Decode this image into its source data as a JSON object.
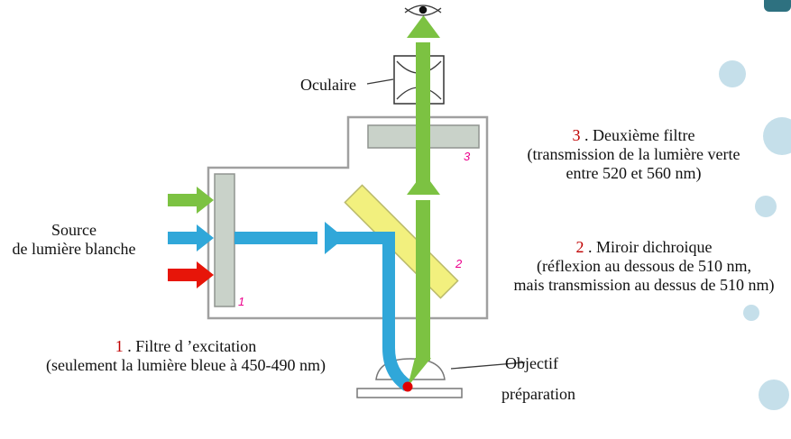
{
  "colors": {
    "beam-green": "#7CC242",
    "beam-blue": "#30A7D9",
    "beam-red": "#E71509",
    "mirror-yellow": "#F2F07E",
    "mirror-edge": "#B9B96A",
    "filter-gray": "#C9D2C9",
    "filter-edge": "#8F948F",
    "body-outline": "#A0A0A0",
    "marker-magenta": "#EC008C",
    "label-red": "#C00000",
    "text-black": "#111111",
    "deco-blue": "#C5DFEA",
    "deco-teal": "#2E7180",
    "specimen-red": "#E00000"
  },
  "labels": {
    "ocular": "Oculaire",
    "source_line1": "Source",
    "source_line2": "de lumière blanche",
    "objective": "Objectif",
    "preparation": "préparation"
  },
  "markers": {
    "filter1": "1",
    "mirror": "2",
    "filter3": "3"
  },
  "annotations": {
    "filter3": {
      "num": "3",
      "title": " . Deuxième filtre",
      "line1": "(transmission de la lumière verte",
      "line2": "entre 520 et 560 nm)"
    },
    "mirror": {
      "num": "2",
      "title": " . Miroir dichroique",
      "line1": "(réflexion au dessous de 510 nm,",
      "line2": "mais transmission au dessus de 510 nm)"
    },
    "filter1": {
      "num": "1",
      "title": " . Filtre d ’excitation",
      "line1": "(seulement la lumière bleue à 450-490 nm)"
    }
  }
}
